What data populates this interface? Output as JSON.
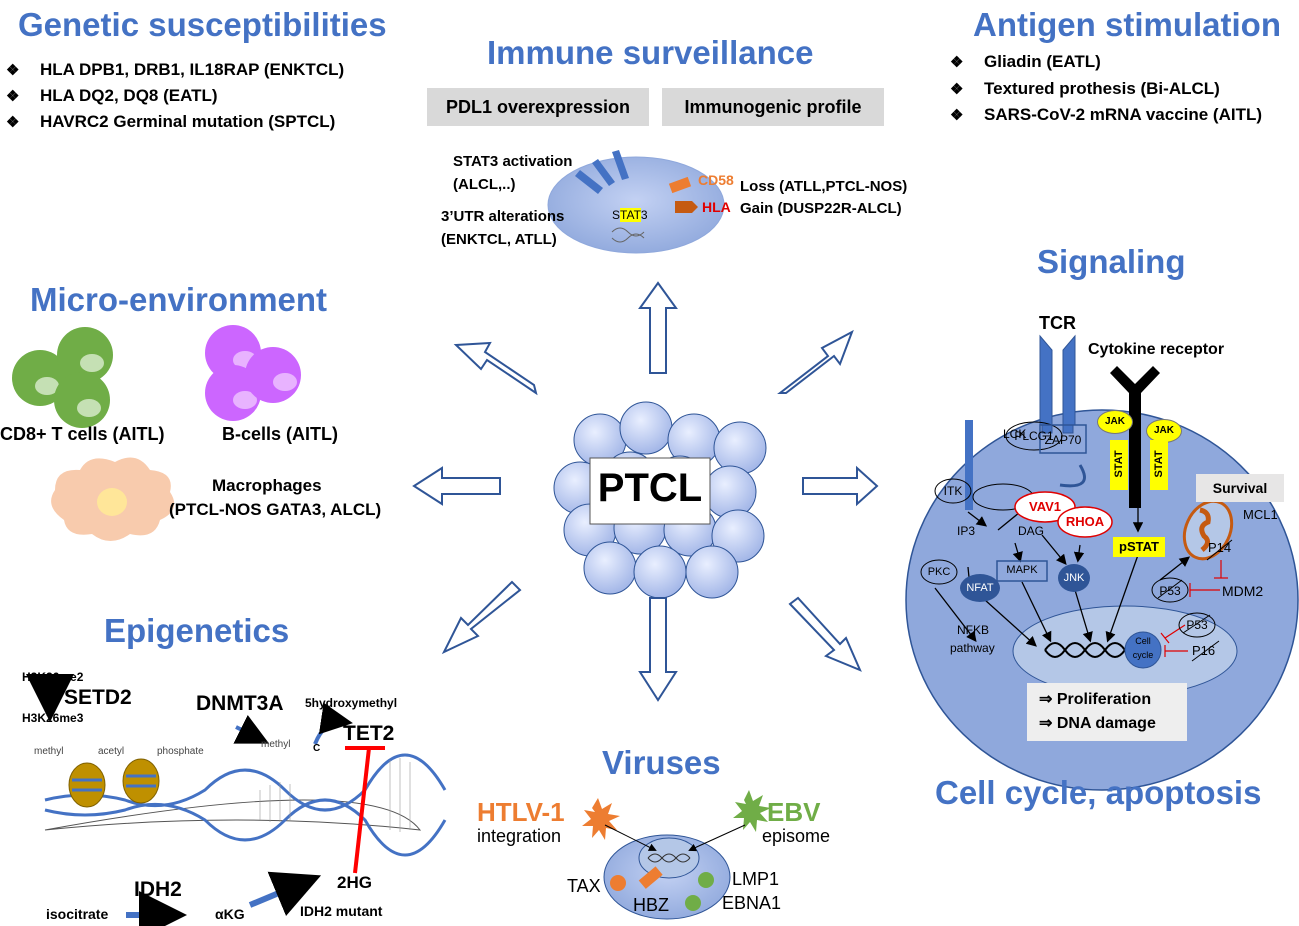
{
  "panels": {
    "genetic": {
      "title": "Genetic susceptibilities",
      "items": [
        "HLA DPB1, DRB1, IL18RAP (ENKTCL)",
        "HLA DQ2, DQ8 (EATL)",
        "HAVRC2 Germinal mutation (SPTCL)"
      ]
    },
    "immune": {
      "title": "Immune surveillance",
      "box_left": "PDL1 overexpression",
      "box_right": "Immunogenic profile",
      "stat3_activation": "STAT3 activation",
      "stat3_activation_sub": "(ALCL,..)",
      "utr_alterations": "3’UTR alterations",
      "utr_alterations_sub": "(ENKTCL, ATLL)",
      "stat3_label_pre": "S",
      "stat3_label_mid": "TAT",
      "stat3_label_post": "3",
      "cd58": "CD58",
      "hla": "HLA",
      "loss": "Loss (ATLL,PTCL-NOS)",
      "gain": "Gain (DUSP22R-ALCL)"
    },
    "antigen": {
      "title": "Antigen stimulation",
      "items": [
        "Gliadin (EATL)",
        "Textured prothesis (Bi-ALCL)",
        "SARS-CoV-2 mRNA vaccine (AITL)"
      ]
    },
    "micro": {
      "title": "Micro-environment",
      "cd8": "CD8+ T cells (AITL)",
      "bcells": "B-cells (AITL)",
      "macrophages": "Macrophages",
      "macrophages_sub": "(PTCL-NOS GATA3, ALCL)"
    },
    "center": {
      "label": "PTCL"
    },
    "signaling": {
      "title": "Signaling",
      "tcr": "TCR",
      "cytokine": "Cytokine receptor",
      "lck": "LCK",
      "zap70": "ZAP70",
      "jak1": "JAK",
      "jak2": "JAK",
      "stat1": "STAT",
      "stat2": "STAT",
      "survival": "Survival",
      "plcg1": "PLCG1",
      "itk": "ITK",
      "vav1": "VAV1",
      "rhoa": "RHOA",
      "pstat": "pSTAT",
      "mcl1": "MCL1",
      "p14": "P14",
      "ip3": "IP3",
      "dag": "DAG",
      "pkc": "PKC",
      "nfat": "NFAT",
      "mapk": "MAPK",
      "jnk": "JNK",
      "p53a": "P53",
      "mdm2": "MDM2",
      "p53b": "P53",
      "nfkb": "NFKB",
      "pathway": "pathway",
      "cell": "Cell",
      "cycle": "cycle",
      "p16": "P16",
      "proliferation": "⇒ Proliferation",
      "dna_damage": "⇒ DNA damage"
    },
    "epigenetics": {
      "title": "Epigenetics",
      "h3k26me2": "H3K26me2",
      "setd2": "SETD2",
      "h3k26me3": "H3K26me3",
      "dnmt3a": "DNMT3A",
      "hydroxymethyl": "5hydroxymethyl",
      "tet2": "TET2",
      "methyl": "methyl",
      "acetyl": "acetyl",
      "phosphate": "phosphate",
      "methyl2": "methyl",
      "c": "C",
      "idh2": "IDH2",
      "isocitrate": "isocitrate",
      "akg": "αKG",
      "hg2": "2HG",
      "idh2_mutant": "IDH2 mutant"
    },
    "viruses": {
      "title": "Viruses",
      "htlv": "HTLV-1",
      "integration": "integration",
      "ebv": "EBV",
      "episome": "episome",
      "tax": "TAX",
      "hbz": "HBZ",
      "lmp1": "LMP1",
      "ebna1": "EBNA1"
    },
    "cellcycle": {
      "title": "Cell cycle, apoptosis"
    }
  },
  "colors": {
    "heading": "#4472c4",
    "arrow_stroke": "#2f5597",
    "cell_fill": "#8fa8dc",
    "highlight": "#ffff00",
    "alert_red": "#e00000",
    "htlv_orange": "#ed7d31",
    "ebv_green": "#70ad47",
    "bcell_purple": "#cc66ff"
  }
}
